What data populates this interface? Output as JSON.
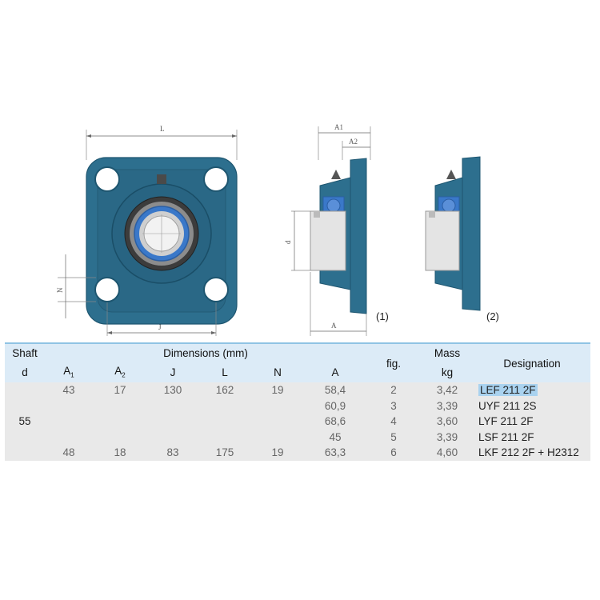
{
  "drawing": {
    "front_labels": {
      "L": "L",
      "J": "J",
      "N": "N"
    },
    "side_labels": {
      "A1": "A1",
      "A2": "A2",
      "d": "d",
      "A": "A"
    },
    "fig_labels": [
      "(1)",
      "(2)"
    ],
    "colors": {
      "housing": "#2d6f8e",
      "housing_dark": "#1e5670",
      "bearing": "#3a78c9",
      "insert": "#dddddd"
    }
  },
  "table": {
    "headers": {
      "shaft": "Shaft",
      "shaft_sub": "d",
      "dimensions": "Dimensions (mm)",
      "a1": "A",
      "a1_sub": "1",
      "a2": "A",
      "a2_sub": "2",
      "j": "J",
      "l": "L",
      "n": "N",
      "a": "A",
      "fig": "fig.",
      "mass": "Mass",
      "mass_unit": "kg",
      "designation": "Designation"
    },
    "shaft_value": "55",
    "rows": [
      {
        "a1": "43",
        "a2": "17",
        "j": "130",
        "l": "162",
        "n": "19",
        "a": "58,4",
        "fig": "2",
        "mass": "3,42",
        "designation": "LEF 211 2F"
      },
      {
        "a1": "",
        "a2": "",
        "j": "",
        "l": "",
        "n": "",
        "a": "60,9",
        "fig": "3",
        "mass": "3,39",
        "designation": "UYF 211 2S"
      },
      {
        "a1": "",
        "a2": "",
        "j": "",
        "l": "",
        "n": "",
        "a": "68,6",
        "fig": "4",
        "mass": "3,60",
        "designation": "LYF 211 2F"
      },
      {
        "a1": "",
        "a2": "",
        "j": "",
        "l": "",
        "n": "",
        "a": "45",
        "fig": "5",
        "mass": "3,39",
        "designation": "LSF 211 2F"
      },
      {
        "a1": "48",
        "a2": "18",
        "j": "83",
        "l": "175",
        "n": "19",
        "a": "63,3",
        "fig": "6",
        "mass": "4,60",
        "designation": "LKF 212 2F + H2312"
      }
    ]
  }
}
